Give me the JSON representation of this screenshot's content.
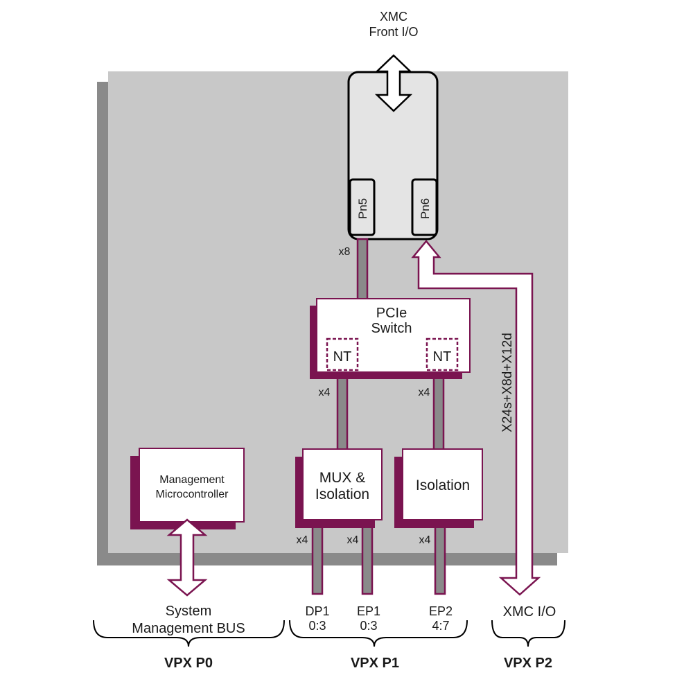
{
  "xmc_front_io": {
    "line1": "XMC",
    "line2": "Front I/O"
  },
  "xmc_connectors": {
    "pn5": "Pn5",
    "pn6": "Pn6"
  },
  "pcie_switch": {
    "line1": "PCIe",
    "line2": "Switch",
    "nt_left": "NT",
    "nt_right": "NT"
  },
  "lanes": {
    "pn5_to_switch": "x8",
    "switch_to_mux": "x4",
    "switch_to_isolation": "x4",
    "mux_dp1": "x4",
    "mux_ep1": "x4",
    "isolation_ep2": "x4"
  },
  "mux_isolation": {
    "line1": "MUX &",
    "line2": "Isolation"
  },
  "isolation": {
    "label": "Isolation"
  },
  "management_mcu": {
    "line1": "Management",
    "line2": "Microcontroller"
  },
  "xmc_io_lanes": "X24s+X8d+X12d",
  "bottom": {
    "system_bus": {
      "line1": "System",
      "line2": "Management BUS"
    },
    "dp1": {
      "line1": "DP1",
      "line2": "0:3"
    },
    "ep1": {
      "line1": "EP1",
      "line2": "0:3"
    },
    "ep2": {
      "line1": "EP2",
      "line2": "4:7"
    },
    "xmc_io": "XMC I/O"
  },
  "connectors": {
    "p0": "VPX P0",
    "p1": "VPX P1",
    "p2": "VPX P2"
  },
  "colors": {
    "board": "#c8c8c8",
    "board_shadow": "#8a8a8a",
    "accent": "#7a1450",
    "lane": "#8a8a8a",
    "xmc_fill": "#e4e4e4"
  }
}
